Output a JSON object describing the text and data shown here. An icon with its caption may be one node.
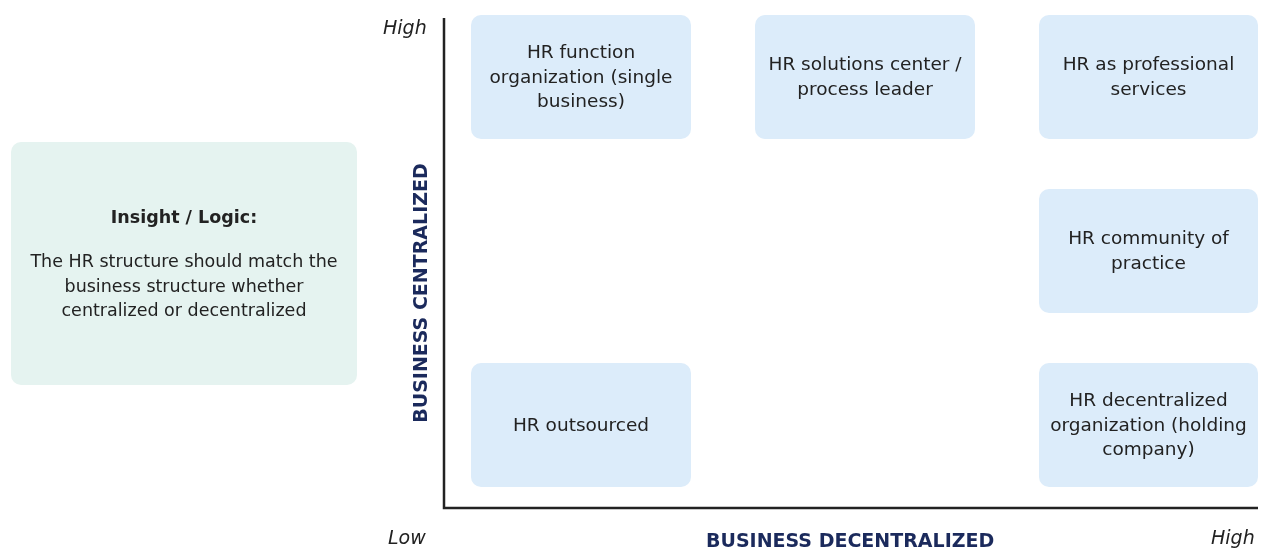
{
  "diagram": {
    "nodes": [
      {
        "text": [
          "Insight / Logic:",
          "The HR structure should match the business structure whether centralized or decentralized"
        ]
      },
      {
        "text": [
          "HR function organization (single business)"
        ]
      },
      {
        "text": [
          "HR solutions center / process leader"
        ]
      },
      {
        "text": [
          "HR as professional services"
        ]
      },
      {
        "text": [
          "HR community of practice"
        ]
      },
      {
        "text": [
          "HR outsourced"
        ]
      },
      {
        "text": [
          "HR decentralized organization (holding company)"
        ]
      }
    ],
    "edges": [],
    "labels": [
      "High",
      "BUSINESS CENTRALIZED",
      "Low",
      "BUSINESS DECENTRALIZED",
      "High"
    ]
  }
}
